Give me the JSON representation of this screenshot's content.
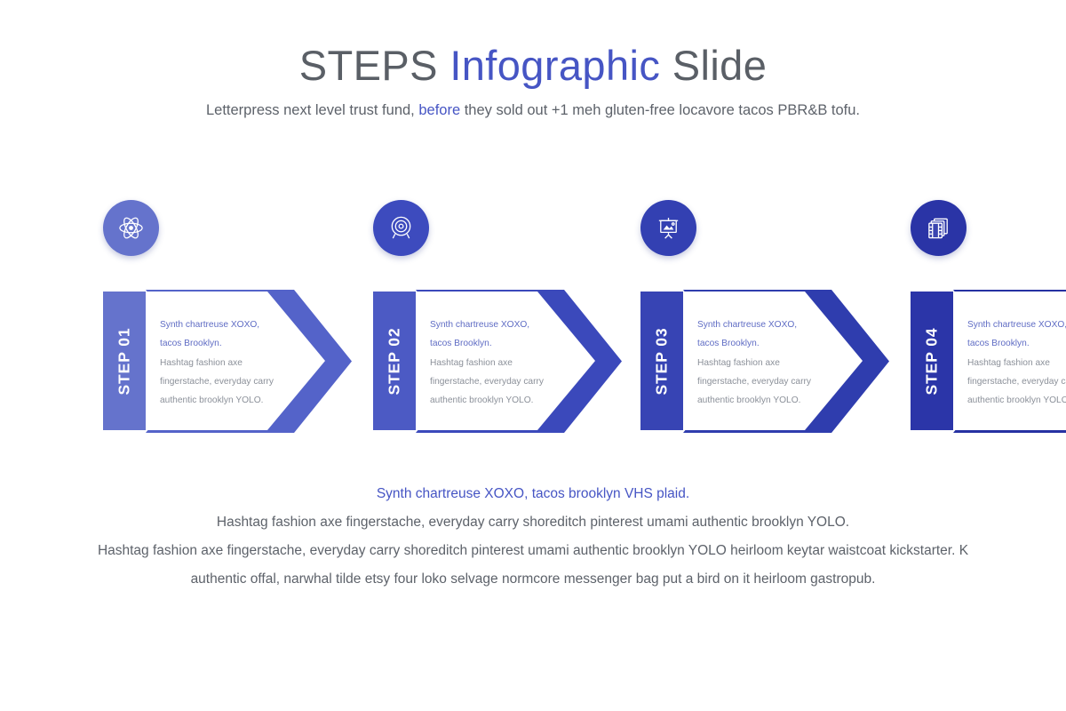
{
  "header": {
    "title_part1": "STEPS ",
    "title_accent": "Infographic",
    "title_part2": " Slide",
    "subtitle_part1": "Letterpress next level trust fund, ",
    "subtitle_accent": "before",
    "subtitle_part2": " they sold out +1 meh gluten-free locavore tacos PBR&B tofu."
  },
  "colors": {
    "accent": "#4655c4",
    "text": "#5d626a",
    "muted": "#8b9099",
    "step1": "#6573cc",
    "step2": "#4c5ac4",
    "step3": "#3744b4",
    "step4": "#2b35a8"
  },
  "steps": [
    {
      "label": "STEP 01",
      "icon": "atom-icon",
      "bar_color": "#6573cc",
      "chevron_color": "#5463c9",
      "circle_color": "#6573cc",
      "lines": [
        "Synth chartreuse XOXO,",
        "tacos Brooklyn.",
        "Hashtag fashion axe",
        "fingerstache, everyday carry",
        "authentic brooklyn YOLO."
      ]
    },
    {
      "label": "STEP 02",
      "icon": "target-icon",
      "bar_color": "#4c5ac4",
      "chevron_color": "#3b49bb",
      "circle_color": "#3d4bbe",
      "lines": [
        "Synth chartreuse XOXO,",
        "tacos Brooklyn.",
        "Hashtag fashion axe",
        "fingerstache, everyday carry",
        "authentic brooklyn YOLO."
      ]
    },
    {
      "label": "STEP 03",
      "icon": "presentation-icon",
      "bar_color": "#3744b4",
      "chevron_color": "#2f3dae",
      "circle_color": "#3340b2",
      "lines": [
        "Synth chartreuse XOXO,",
        "tacos Brooklyn.",
        "Hashtag fashion axe",
        "fingerstache, everyday carry",
        "authentic brooklyn YOLO."
      ]
    },
    {
      "label": "STEP 04",
      "icon": "filmstrip-icon",
      "bar_color": "#2b35a8",
      "chevron_color": "#2631a2",
      "circle_color": "#2a34a6",
      "lines": [
        "Synth chartreuse XOXO,",
        "tacos Brooklyn.",
        "Hashtag fashion axe",
        "fingerstache, everyday carry",
        "authentic brooklyn YOLO."
      ]
    }
  ],
  "footer": {
    "line1": "Synth chartreuse XOXO, tacos brooklyn VHS plaid.",
    "line2": "Hashtag fashion axe fingerstache, everyday carry shoreditch pinterest umami authentic brooklyn YOLO.",
    "line3": "Hashtag fashion axe fingerstache, everyday carry shoreditch pinterest umami authentic brooklyn YOLO heirloom keytar waistcoat kickstarter. K",
    "line4": "authentic offal, narwhal tilde etsy four loko selvage normcore messenger bag put a bird on it heirloom gastropub."
  }
}
